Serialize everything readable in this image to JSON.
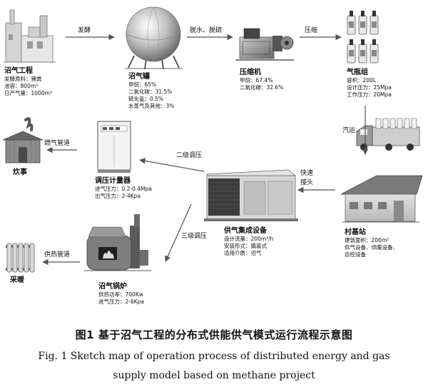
{
  "nodes": {
    "biogas_project": {
      "title": "沼气工程",
      "lines": [
        "发酵原料：猪粪",
        "池容：800m³",
        "日产气量：1000m³"
      ]
    },
    "biogas_tank": {
      "title": "沼气罐",
      "lines": [
        "甲烷：65%",
        "二氧化碳：31.5%",
        "硫化氢：0.5%",
        "水蒸气及其他：3%"
      ]
    },
    "compressor": {
      "title": "压缩机",
      "lines": [
        "甲烷：67.4%",
        "二氧化碳：32.6%"
      ]
    },
    "cylinder_group": {
      "title": "气瓶组",
      "lines": [
        "容积：200L",
        "设计压力：25Mpa",
        "工作压力：20Mpa"
      ]
    },
    "village_station": {
      "title": "村基站",
      "lines": [
        "建筑面积：200m²",
        "供气设备、供暖设备、",
        "自控设备"
      ]
    },
    "gas_supply_equipment": {
      "title": "供气集成设备",
      "lines": [
        "设计流量：200m³/h",
        "安装形式：撬装式",
        "适用介质：沼气"
      ]
    },
    "pressure_meter": {
      "title": "调压计量器",
      "lines": [
        "进气压力：0.2-0.4Mpa",
        "出气压力：2-4Kpa"
      ]
    },
    "biogas_boiler": {
      "title": "沼气锅炉",
      "lines": [
        "供热功率：700Kw",
        "进气压力：2-6Kpa"
      ]
    },
    "cooking": {
      "title": "炊事"
    },
    "heating": {
      "title": "采暖"
    }
  },
  "edges": {
    "fermentation": "发酵",
    "dehydrate_desulfurize": "脱水、脱硫",
    "compression": "压缩",
    "truck_transport": "汽运",
    "quick_joint_1": "快速",
    "quick_joint_2": "接头",
    "second_stage": "二级调压",
    "third_stage": "三级调压",
    "gas_pipeline": "燃气管道",
    "heat_pipeline": "供热管道"
  },
  "caption": {
    "zh": "图1    基于沼气工程的分布式供能供气模式运行流程示意图",
    "en_line1": "Fig. 1    Sketch map of operation process of distributed energy and gas",
    "en_line2": "supply model based on methane project"
  }
}
